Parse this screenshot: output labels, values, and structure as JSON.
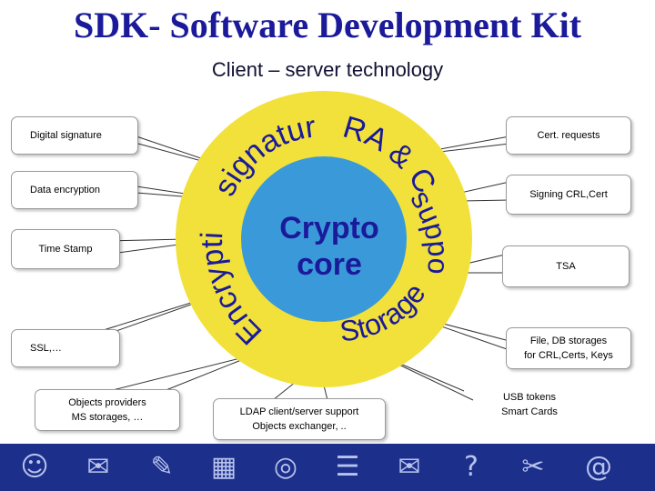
{
  "title": "SDK- Software Development Kit",
  "subtitle": "Client – server technology",
  "core": {
    "line1": "Crypto",
    "line2": "core"
  },
  "ring_labels": {
    "signature": "signature",
    "encryption": "Encryption &",
    "ra_ca": "RA & CA",
    "support": "support",
    "storages": "Storages"
  },
  "boxes": {
    "digital_signature": "Digital signature",
    "data_encryption": "Data encryption",
    "time_stamp": "Time Stamp",
    "ssl": "SSL,…",
    "objects_providers_1": "Objects providers",
    "objects_providers_2": "MS storages, …",
    "ldap_1": "LDAP client/server support",
    "ldap_2": "Objects exchanger, ..",
    "cert_requests": "Cert. requests",
    "signing_crl": "Signing CRL,Cert",
    "tsa": "TSA",
    "file_db_1": "File, DB storages",
    "file_db_2": "for CRL,Certs, Keys",
    "usb_1": "USB tokens",
    "usb_2": "Smart Cards"
  },
  "colors": {
    "ring": "#f2e13a",
    "core": "#3a9ad9",
    "text_blue": "#1a1a9a",
    "strip": "#1c2f8a"
  },
  "strip_icons": [
    "smiley-icon",
    "mail-icon",
    "pencil-icon",
    "calendar-icon",
    "disc-icon",
    "list-icon",
    "envelope-icon",
    "question-icon",
    "paperclip-icon",
    "at-sign-icon"
  ]
}
